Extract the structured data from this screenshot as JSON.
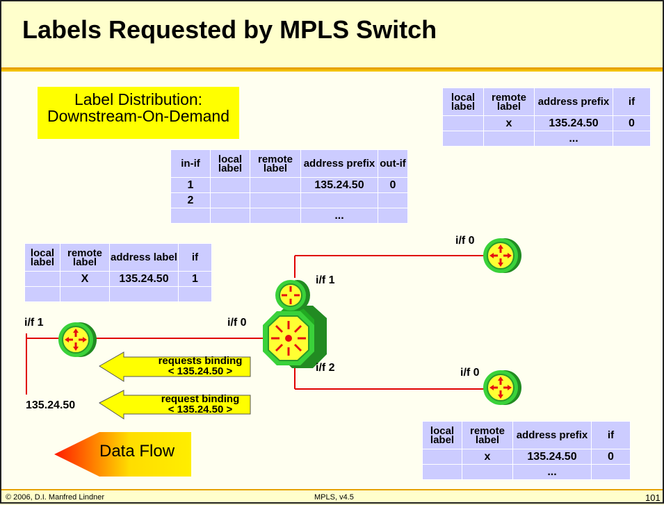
{
  "title": "Labels Requested by MPLS Switch",
  "distribution_box": {
    "line1": "Label Distribution:",
    "line2": "Downstream-On-Demand"
  },
  "center_table": {
    "headers": [
      "in-if",
      "local label",
      "remote label",
      "address prefix",
      "out-if"
    ],
    "rows": [
      [
        "1",
        "",
        "",
        "135.24.50",
        "0"
      ],
      [
        "2",
        "",
        "",
        "",
        ""
      ],
      [
        "",
        "",
        "",
        "...",
        ""
      ]
    ]
  },
  "top_right_table": {
    "headers": [
      "local label",
      "remote label",
      "address prefix",
      "if"
    ],
    "rows": [
      [
        "",
        "x",
        "135.24.50",
        "0"
      ],
      [
        "",
        "",
        "...",
        ""
      ]
    ]
  },
  "left_table": {
    "headers": [
      "local label",
      "remote label",
      "address label",
      "if"
    ],
    "rows": [
      [
        "",
        "X",
        "135.24.50",
        "1"
      ],
      [
        "",
        "",
        "",
        ""
      ]
    ]
  },
  "bottom_right_table": {
    "headers": [
      "local label",
      "remote label",
      "address prefix",
      "if"
    ],
    "rows": [
      [
        "",
        "x",
        "135.24.50",
        "0"
      ],
      [
        "",
        "",
        "...",
        ""
      ]
    ]
  },
  "interface_labels": {
    "top_right_if0": "i/f 0",
    "switch_if1": "i/f 1",
    "switch_if0": "i/f 0",
    "switch_if2": "i/f 2",
    "left_if1": "i/f 1",
    "bottom_right_if0": "i/f 0"
  },
  "network_prefix": "135.24.50",
  "requests": [
    {
      "line1": "requests  binding",
      "line2": "< 135.24.50 >"
    },
    {
      "line1": "request binding",
      "line2": "< 135.24.50 >"
    }
  ],
  "data_flow": "Data Flow",
  "footer": {
    "copyright": "© 2006, D.I. Manfred Lindner",
    "center": "MPLS, v4.5",
    "page": "101"
  },
  "colors": {
    "title_bg": "#ffffcc",
    "accent": "#e6a200",
    "table_bg": "#ccccff",
    "router_green": "#33cc33",
    "link_red": "#e00000",
    "box_yellow": "#ffff00"
  }
}
